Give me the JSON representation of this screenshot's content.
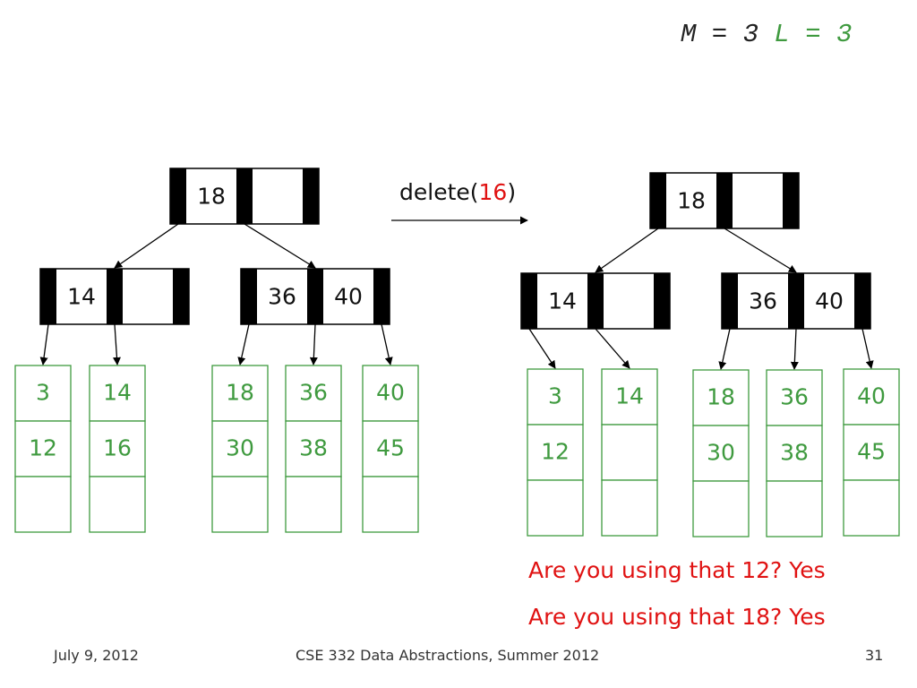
{
  "params": {
    "M_label": "M = 3",
    "L_label": "L = 3"
  },
  "operation": {
    "prefix": "delete(",
    "key": "16",
    "suffix": ")"
  },
  "before": {
    "root": [
      "18",
      ""
    ],
    "internal": [
      [
        "14",
        ""
      ],
      [
        "36",
        "40"
      ]
    ],
    "leaves": [
      [
        "3",
        "12",
        ""
      ],
      [
        "14",
        "16",
        ""
      ],
      [
        "18",
        "30",
        ""
      ],
      [
        "36",
        "38",
        ""
      ],
      [
        "40",
        "45",
        ""
      ]
    ]
  },
  "after": {
    "root": [
      "18",
      ""
    ],
    "internal": [
      [
        "14",
        ""
      ],
      [
        "36",
        "40"
      ]
    ],
    "leaves": [
      [
        "3",
        "12",
        ""
      ],
      [
        "14",
        "",
        ""
      ],
      [
        "18",
        "30",
        ""
      ],
      [
        "36",
        "38",
        ""
      ],
      [
        "40",
        "45",
        ""
      ]
    ]
  },
  "notes": [
    "Are you using that 12? Yes",
    "Are you using that 18? Yes"
  ],
  "footer": {
    "date": "July 9, 2012",
    "course": "CSE 332 Data Abstractions, Summer 2012",
    "page": "31"
  },
  "colors": {
    "leaf": "#3f9a3f",
    "highlight": "#e01212",
    "node_bar": "#000000"
  }
}
